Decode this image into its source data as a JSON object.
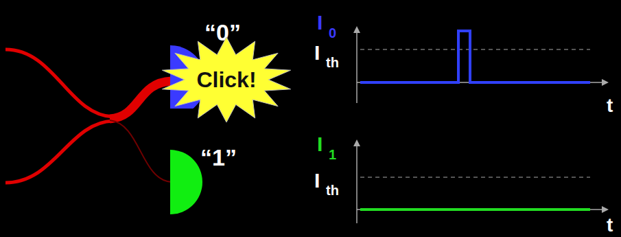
{
  "diagram": {
    "nodes": [
      {
        "text": [
          "“0”"
        ]
      },
      {
        "text": [
          "“1”"
        ]
      },
      {
        "text": [
          "Click!"
        ]
      }
    ],
    "labels": [
      "I",
      "0",
      "I",
      "th",
      "t",
      "I",
      "1",
      "I",
      "th",
      "t"
    ]
  }
}
